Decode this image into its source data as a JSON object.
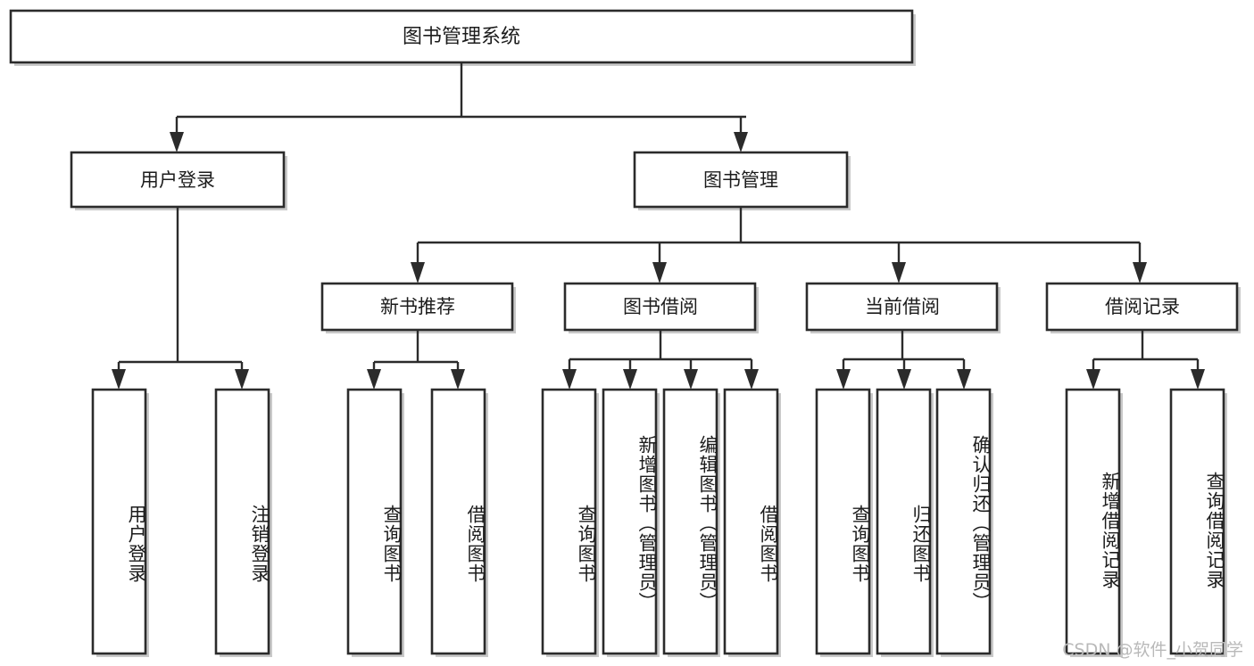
{
  "diagram": {
    "title": "图书管理系统",
    "type": "hierarchy-tree",
    "orientation": "top-down",
    "watermark": "CSDN @软件_小贺同学",
    "colors": {
      "box_border": "#2b2b2b",
      "box_fill": "#ffffff",
      "connector": "#2b2b2b",
      "text": "#1c1c1c",
      "shadow": "#c9c9c9",
      "watermark": "#b9b9b9"
    },
    "root": {
      "label": "图书管理系统",
      "orientation": "horizontal"
    },
    "level1": [
      {
        "label": "用户登录",
        "orientation": "horizontal"
      },
      {
        "label": "图书管理",
        "orientation": "horizontal"
      }
    ],
    "level2": [
      {
        "label": "新书推荐",
        "orientation": "horizontal"
      },
      {
        "label": "图书借阅",
        "orientation": "horizontal"
      },
      {
        "label": "当前借阅",
        "orientation": "horizontal"
      },
      {
        "label": "借阅记录",
        "orientation": "horizontal"
      }
    ],
    "leaves": {
      "user_login": [
        {
          "label": "用户登录",
          "orientation": "vertical"
        },
        {
          "label": "注销登录",
          "orientation": "vertical"
        }
      ],
      "new_book_recommend": [
        {
          "label": "查询图书",
          "orientation": "vertical"
        },
        {
          "label": "借阅图书",
          "orientation": "vertical"
        }
      ],
      "book_borrow": [
        {
          "label": "查询图书",
          "orientation": "vertical"
        },
        {
          "label": "新增图书（管理员）",
          "orientation": "vertical"
        },
        {
          "label": "编辑图书（管理员）",
          "orientation": "vertical"
        },
        {
          "label": "借阅图书",
          "orientation": "vertical"
        }
      ],
      "current_borrow": [
        {
          "label": "查询图书",
          "orientation": "vertical"
        },
        {
          "label": "归还图书",
          "orientation": "vertical"
        },
        {
          "label": "确认归还（管理员）",
          "orientation": "vertical"
        }
      ],
      "borrow_record": [
        {
          "label": "新增借阅记录",
          "orientation": "vertical"
        },
        {
          "label": "查询借阅记录",
          "orientation": "vertical"
        }
      ]
    }
  }
}
